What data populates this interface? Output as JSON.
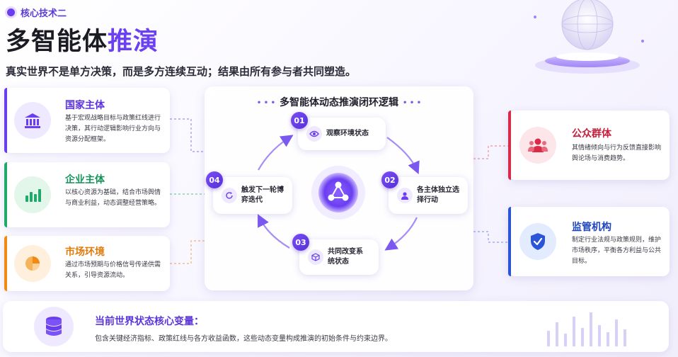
{
  "header": {
    "tag": "核心技术二",
    "title_main": "多智能体",
    "title_accent": "推演",
    "subtitle": "真实世界不是单方决策，而是多方连续互动；结果由所有参与者共同塑造。"
  },
  "left_cards": [
    {
      "title": "国家主体",
      "desc": "基于宏观战略目标与政策红线进行决策，其行动逻辑影响行业方向与资源分配框架。",
      "color": "#6a3ef0",
      "icon": "bank-icon"
    },
    {
      "title": "企业主体",
      "desc": "以核心资源为基础，结合市场舆情与商业利益，动态调整经营策略。",
      "color": "#1fa96a",
      "icon": "bar-chart-icon"
    },
    {
      "title": "市场环境",
      "desc": "通过市场预期与价格信号传递供需关系，引导资源流动。",
      "color": "#f08a12",
      "icon": "pie-chart-icon"
    }
  ],
  "right_cards": [
    {
      "title": "公众群体",
      "desc": "其情绪倾向与行为反馈直接影响舆论场与消费趋势。",
      "color": "#d92a48",
      "icon": "people-icon"
    },
    {
      "title": "监管机构",
      "desc": "制定行业法规与政策规则，维护市场秩序，平衡各方利益与公共目标。",
      "color": "#2a55d6",
      "icon": "shield-icon"
    }
  ],
  "cycle": {
    "title": "多智能体动态推演闭环逻辑",
    "steps": [
      {
        "num": "01",
        "label": "观察环境状态",
        "icon": "eye-icon"
      },
      {
        "num": "02",
        "label": "各主体独立选择行动",
        "icon": "user-icon"
      },
      {
        "num": "03",
        "label": "共同改变系统状态",
        "icon": "cube-icon"
      },
      {
        "num": "04",
        "label": "触发下一轮博弈迭代",
        "icon": "refresh-icon"
      }
    ],
    "center_icon": "network-icon"
  },
  "bottom": {
    "title": "当前世界状态核心变量：",
    "desc": "包含关键经济指标、政策红线与各方收益函数，这些动态变量构成推演的初始条件与约束边界。",
    "icon": "database-icon"
  },
  "colors": {
    "accent": "#6b3ff2"
  }
}
